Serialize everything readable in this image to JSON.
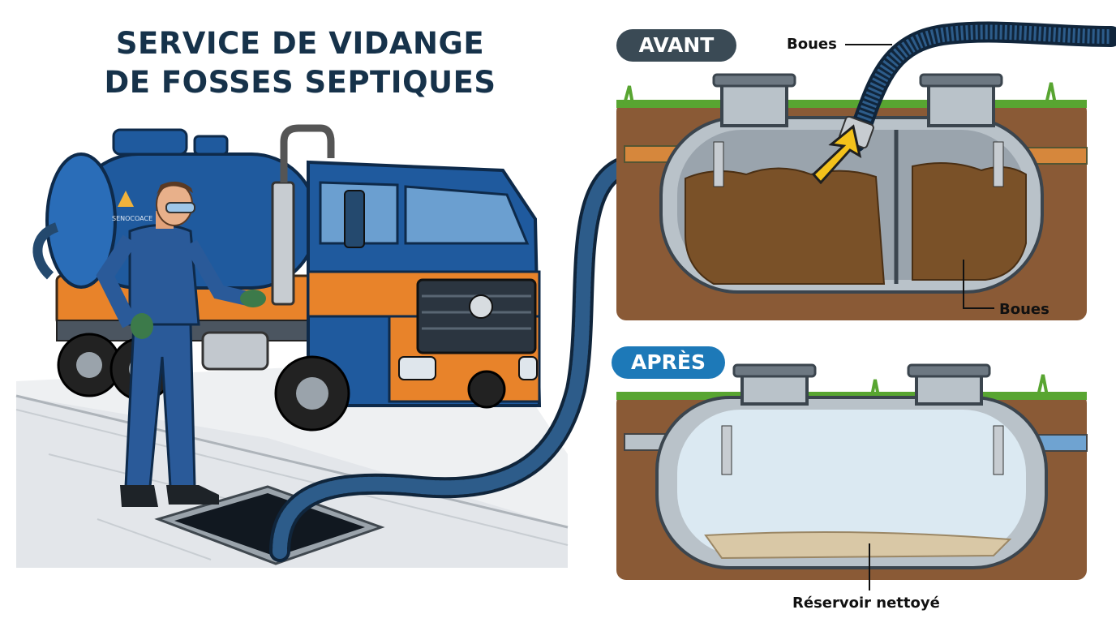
{
  "title": {
    "line1": "SERVICE DE VIDANGE",
    "line2": "DE FOSSES SEPTIQUES"
  },
  "before_panel": {
    "label": "AVANT"
  },
  "after_panel": {
    "label": "APRÈS"
  },
  "callouts": {
    "sludge_top": "Boues",
    "sludge_bottom": "Boues",
    "clean_tank": "Réservoir nettoyé"
  },
  "truck": {
    "logo_text": "SENOCOACE"
  },
  "colors": {
    "title": "#16324a",
    "truck_blue": "#1f5a9e",
    "truck_orange": "#e8832a",
    "hose": "#24496e",
    "soil": "#8a5a36",
    "grass": "#58a531",
    "sludge": "#7a5128",
    "tank_metal": "#b9c2c9",
    "water": "#dbe9f2",
    "arrow": "#f4c21b",
    "pill_avant": "#3a4a55",
    "pill_apres": "#1d79b8"
  },
  "icons": [
    "truck",
    "worker",
    "manhole",
    "hose",
    "septic-tank",
    "arrow-up-right"
  ]
}
